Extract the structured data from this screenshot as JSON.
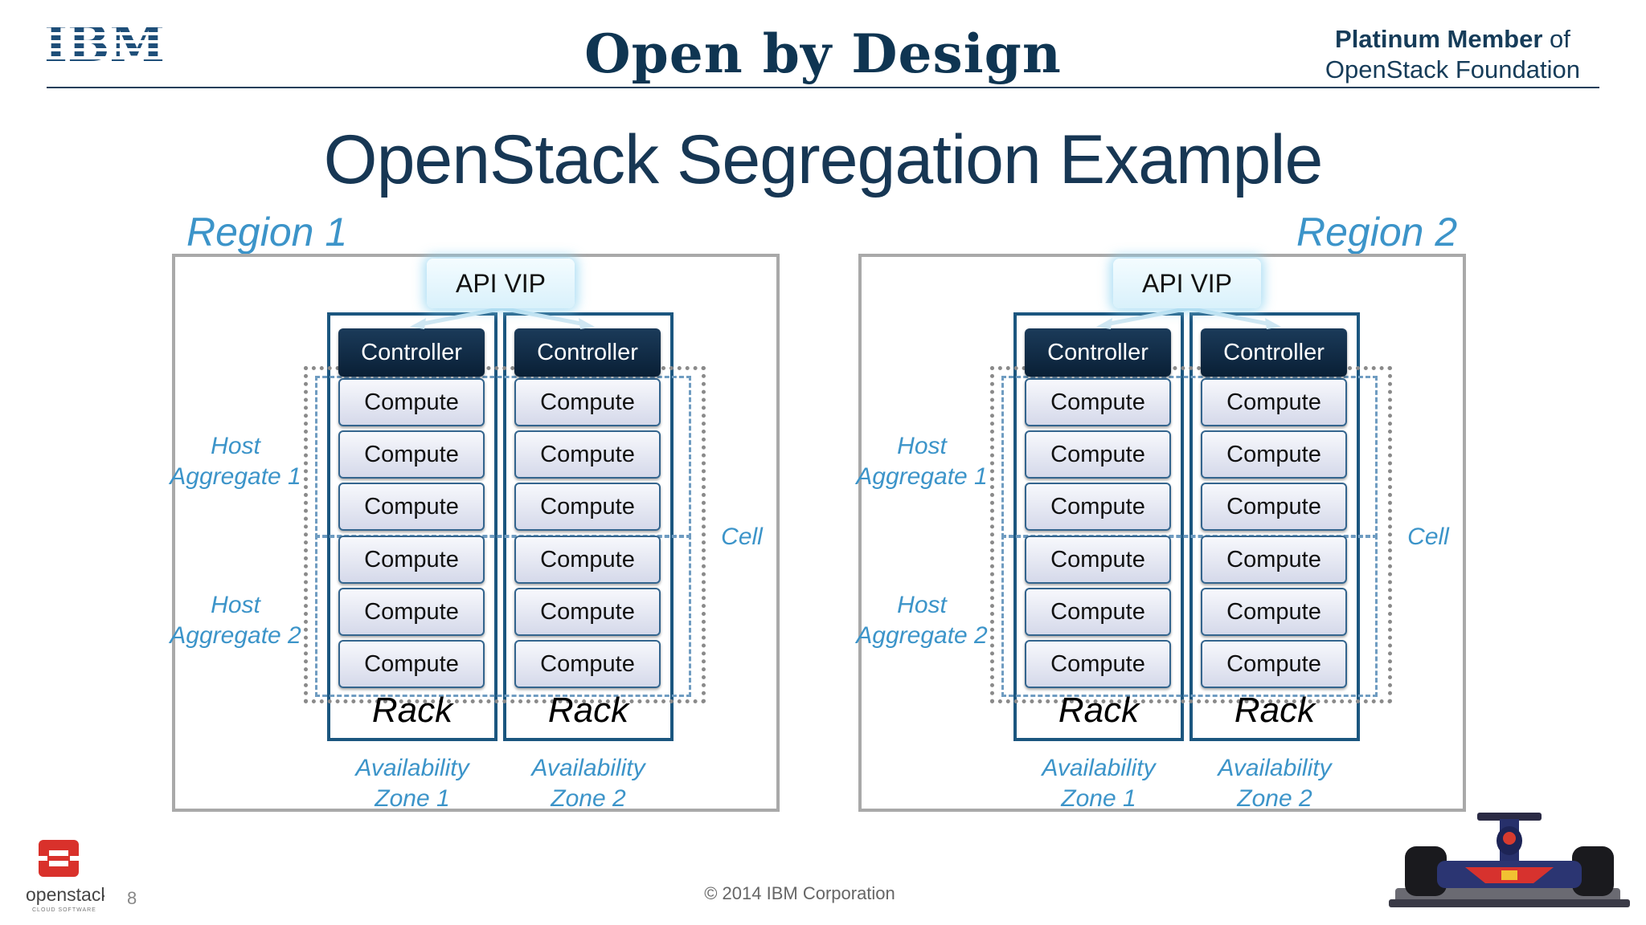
{
  "header": {
    "logo_text": "IBM",
    "title": "Open by Design",
    "platinum_bold": "Platinum Member",
    "platinum_rest": " of",
    "platinum_line2": "OpenStack Foundation"
  },
  "slide_title": "OpenStack Segregation Example",
  "regions": [
    {
      "label": "Region 1",
      "api_vip": "API VIP",
      "host_aggregate_1": [
        "Host",
        "Aggregate 1"
      ],
      "host_aggregate_2": [
        "Host",
        "Aggregate 2"
      ],
      "cell_label": "Cell",
      "racks": [
        {
          "controller": "Controller",
          "computes": [
            "Compute",
            "Compute",
            "Compute",
            "Compute",
            "Compute",
            "Compute"
          ],
          "rack_label": "Rack",
          "az": [
            "Availability",
            "Zone 1"
          ]
        },
        {
          "controller": "Controller",
          "computes": [
            "Compute",
            "Compute",
            "Compute",
            "Compute",
            "Compute",
            "Compute"
          ],
          "rack_label": "Rack",
          "az": [
            "Availability",
            "Zone 2"
          ]
        }
      ]
    },
    {
      "label": "Region 2",
      "api_vip": "API VIP",
      "host_aggregate_1": [
        "Host",
        "Aggregate 1"
      ],
      "host_aggregate_2": [
        "Host",
        "Aggregate 2"
      ],
      "cell_label": "Cell",
      "racks": [
        {
          "controller": "Controller",
          "computes": [
            "Compute",
            "Compute",
            "Compute",
            "Compute",
            "Compute",
            "Compute"
          ],
          "rack_label": "Rack",
          "az": [
            "Availability",
            "Zone 1"
          ]
        },
        {
          "controller": "Controller",
          "computes": [
            "Compute",
            "Compute",
            "Compute",
            "Compute",
            "Compute",
            "Compute"
          ],
          "rack_label": "Rack",
          "az": [
            "Availability",
            "Zone 2"
          ]
        }
      ]
    }
  ],
  "footer": {
    "copyright": "© 2014 IBM Corporation",
    "page_number": "8",
    "openstack_logo_text": "openstack",
    "openstack_logo_sub": "CLOUD SOFTWARE"
  },
  "colors": {
    "navy": "#0f3552",
    "accent_blue": "#3c94c9",
    "rack_border": "#1b567f",
    "region_border": "#a9a9a9"
  }
}
